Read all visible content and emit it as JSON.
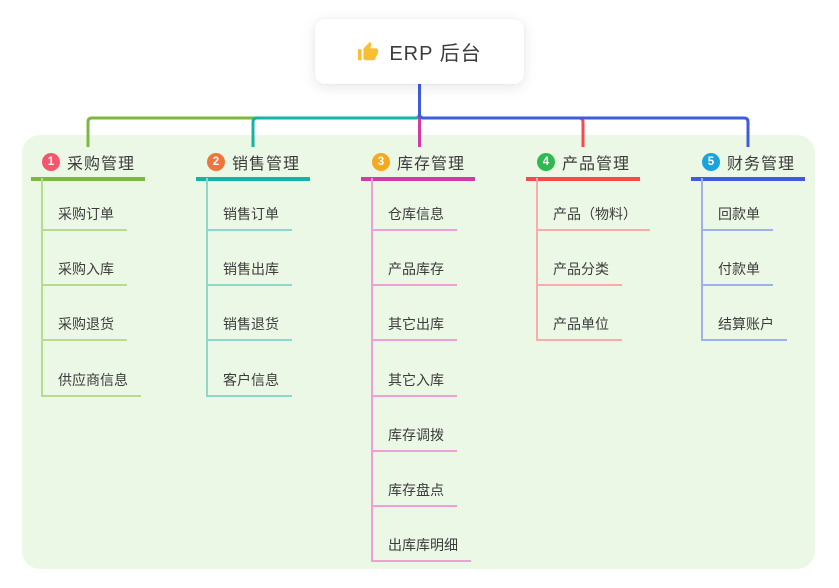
{
  "page": {
    "background": "#ffffff",
    "container_background": "#ecf8e6"
  },
  "root": {
    "icon": "thumbs-up-icon",
    "icon_color": "#f9bf33",
    "label": "ERP 后台",
    "stem_color": "#3f5be0"
  },
  "branches": [
    {
      "index": "1",
      "title": "采购管理",
      "badge_color": "#f4566e",
      "line_color": "#7cb940",
      "child_line_color": "#b7db8f",
      "children": [
        "采购订单",
        "采购入库",
        "采购退货",
        "供应商信息"
      ]
    },
    {
      "index": "2",
      "title": "销售管理",
      "badge_color": "#f0753c",
      "line_color": "#14b3a4",
      "child_line_color": "#8ed7cc",
      "children": [
        "销售订单",
        "销售出库",
        "销售退货",
        "客户信息"
      ]
    },
    {
      "index": "3",
      "title": "库存管理",
      "badge_color": "#f8a81e",
      "line_color": "#d23ba5",
      "child_line_color": "#efa0d7",
      "children": [
        "仓库信息",
        "产品库存",
        "其它出库",
        "其它入库",
        "库存调拨",
        "库存盘点",
        "出库库明细"
      ]
    },
    {
      "index": "4",
      "title": "产品管理",
      "badge_color": "#2eb951",
      "line_color": "#f84a4c",
      "child_line_color": "#fbabaa",
      "children": [
        "产品（物料）",
        "产品分类",
        "产品单位"
      ]
    },
    {
      "index": "5",
      "title": "财务管理",
      "badge_color": "#1ba3dd",
      "line_color": "#3f5be0",
      "child_line_color": "#9fb1ea",
      "children": [
        "回款单",
        "付款单",
        "结算账户"
      ]
    }
  ]
}
